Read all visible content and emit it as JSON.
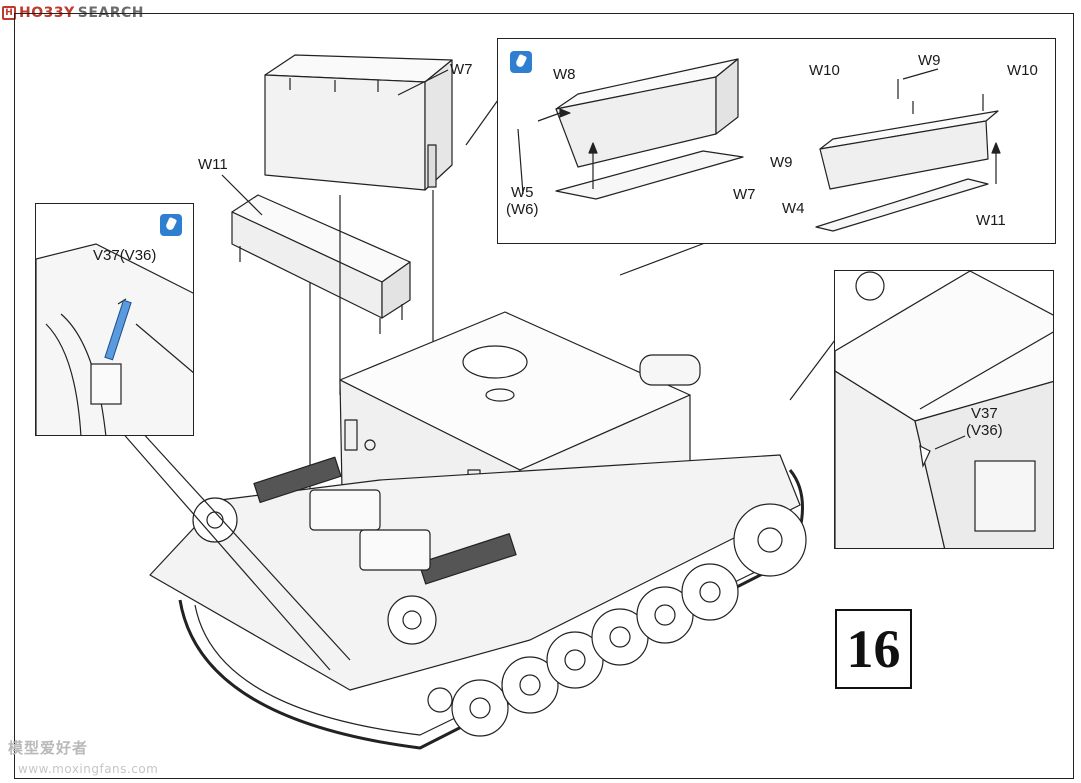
{
  "logo": {
    "brand_main": "HO33Y",
    "brand_sub": "SEARCH"
  },
  "step_number": "16",
  "labels": {
    "main_w7": "W7",
    "main_w11": "W11",
    "inset_top_w8": "W8",
    "inset_top_w5": "W5\n(W6)",
    "inset_top_w7": "W7",
    "inset_top_w10a": "W10",
    "inset_top_w9a": "W9",
    "inset_top_w10b": "W10",
    "inset_top_w9b": "W9",
    "inset_top_w4": "W4",
    "inset_top_w11": "W11",
    "inset_left_part": "V37(V36)",
    "inset_right_part": "V37\n(V36)"
  },
  "watermark": {
    "line1": "模型爱好者",
    "line2": "www.moxingfans.com"
  },
  "colors": {
    "highlight": "#2f7fd1",
    "line": "#222222",
    "logo_red": "#c0392b"
  }
}
